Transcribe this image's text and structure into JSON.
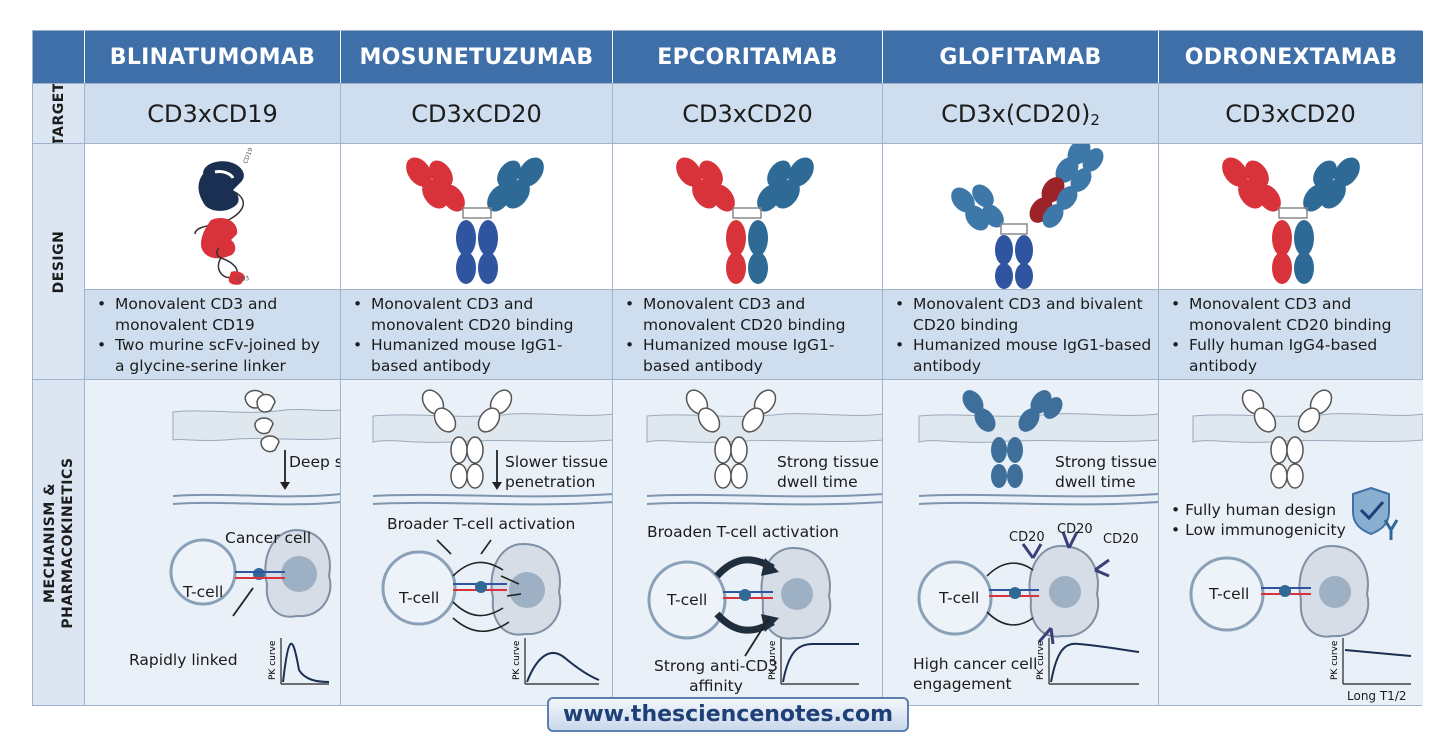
{
  "row_labels": {
    "target": "TARGET",
    "design": "DESIGN",
    "mechanism_line1": "MECHANISM &",
    "mechanism_line2": "PHARMACOKINETICS"
  },
  "colors": {
    "header_blue": "#3f6fa9",
    "cd3_blue": "#2f6a96",
    "cd20_red": "#d8333a",
    "cd19_navy": "#1b2f52"
  },
  "columns": [
    {
      "name": "BLINATUMOMAB",
      "target": "CD3xCD19",
      "design_labels": {
        "top": "CD19",
        "bottom": "CD3"
      },
      "bullets": [
        "Monovalent CD3 and monovalent CD19",
        "Two murine scFv-joined by a glycine-serine linker"
      ],
      "mech": {
        "penetration": "Deep scFv construct",
        "top_label": "Cancer cell",
        "tcell": "T-cell",
        "bottom_label": "Rapidly linked",
        "pk": "PK curve"
      }
    },
    {
      "name": "MOSUNETUZUMAB",
      "target": "CD3xCD20",
      "bullets": [
        "Monovalent CD3 and monovalent CD20 binding",
        "Humanized mouse IgG1-based antibody"
      ],
      "mech": {
        "penetration": "Slower tissue penetration",
        "activation": "Broader T-cell activation",
        "tcell": "T-cell",
        "pk": "PK curve"
      }
    },
    {
      "name": "EPCORITAMAB",
      "target": "CD3xCD20",
      "bullets": [
        "Monovalent CD3 and monovalent CD20 binding",
        "Humanized mouse IgG1-based antibody"
      ],
      "mech": {
        "penetration": "Strong tissue dwell time",
        "activation": "Broaden T-cell activation",
        "tcell": "T-cell",
        "bottom_label": "Strong anti-CD3 affinity",
        "pk": "PK curve"
      }
    },
    {
      "name": "GLOFITAMAB",
      "target": "CD3x(CD20)",
      "target_sub": "2",
      "bullets": [
        "Monovalent CD3 and bivalent CD20 binding",
        "Humanized mouse IgG1-based antibody"
      ],
      "mech": {
        "penetration": "Strong tissue dwell time",
        "cd20": "CD20",
        "tcell": "T-cell",
        "bottom_label": "High cancer cell engagement",
        "pk": "PK curve"
      }
    },
    {
      "name": "ODRONEXTAMAB",
      "target": "CD3xCD20",
      "bullets": [
        "Monovalent CD3 and monovalent CD20 binding",
        "Fully human IgG4-based antibody"
      ],
      "mech": {
        "features": [
          "Fully human design",
          "Low immunogenicity"
        ],
        "tcell": "T-cell",
        "pk": "PK curve",
        "pk_note": "Long T1/2"
      }
    }
  ],
  "footer": {
    "website": "www.thesciencenotes.com"
  }
}
